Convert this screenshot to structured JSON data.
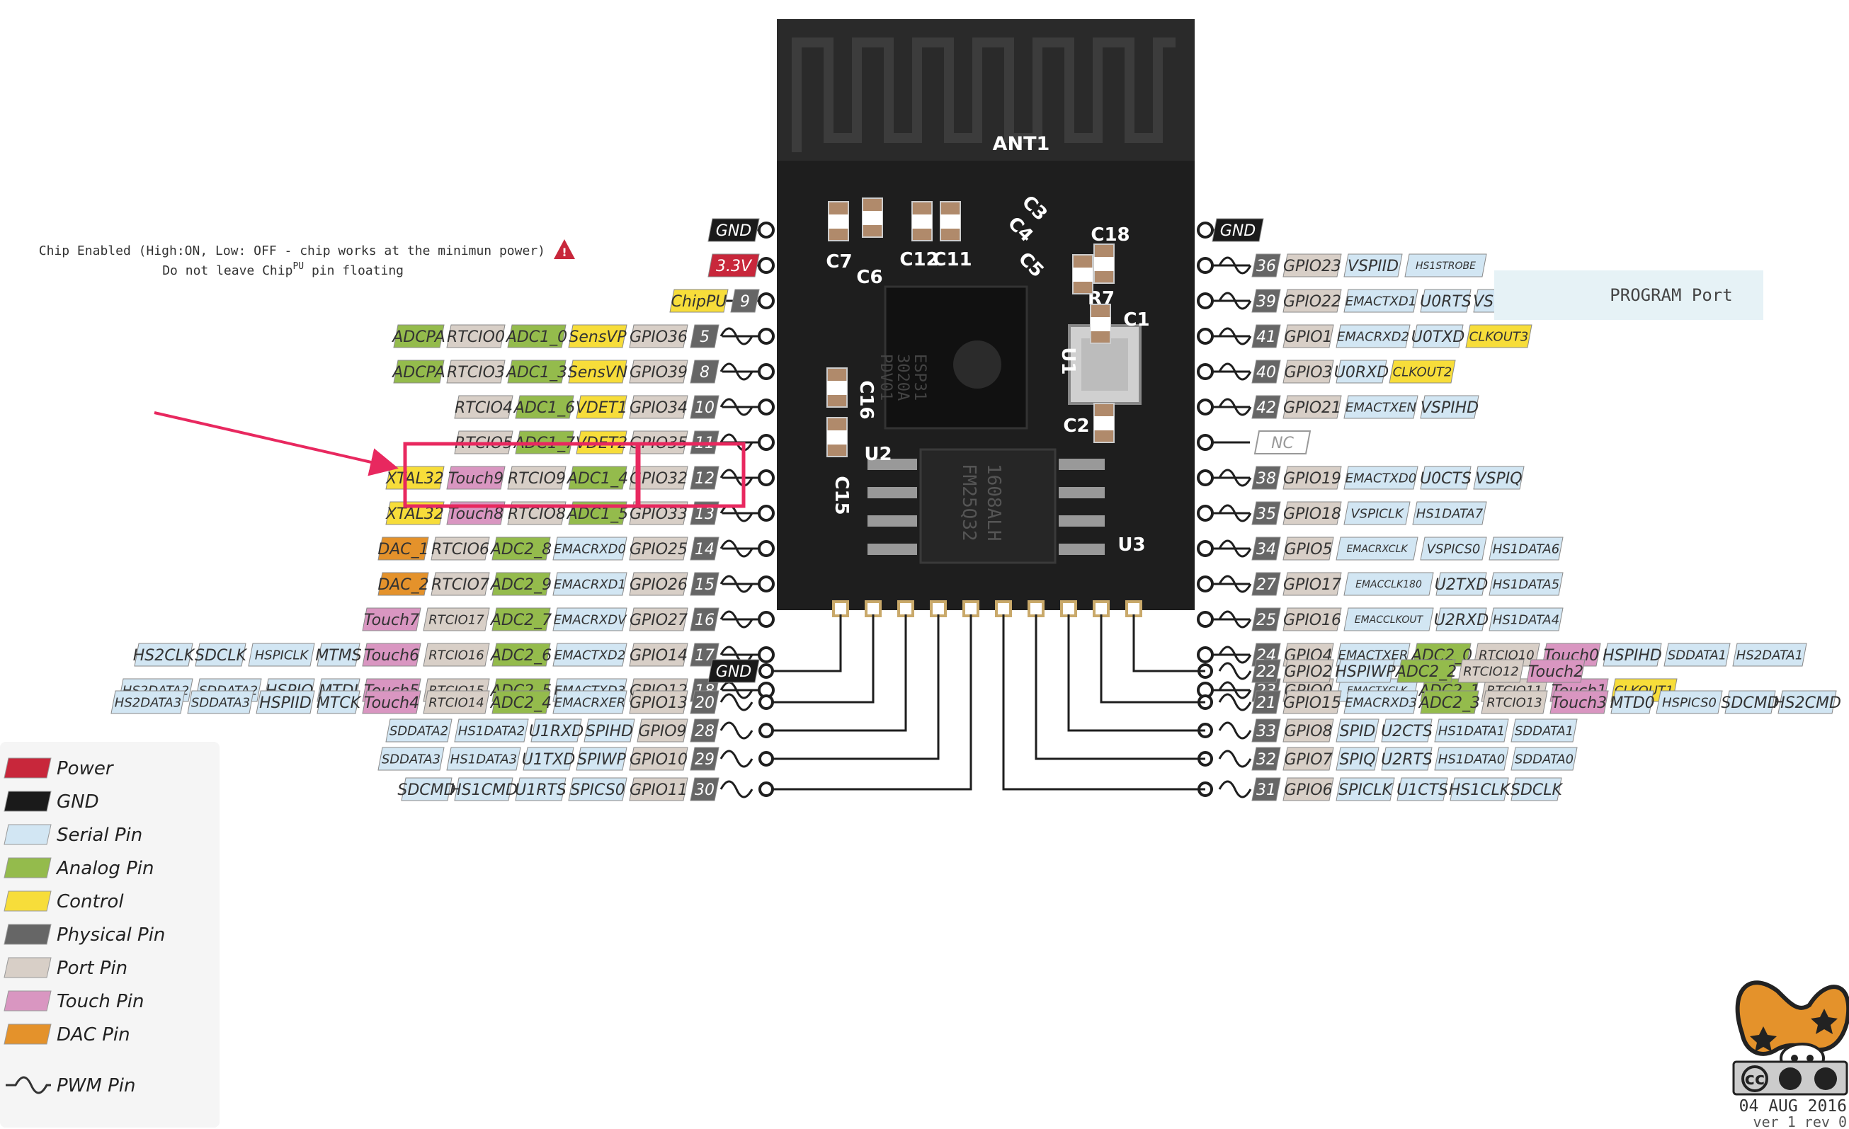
{
  "colors": {
    "power": "#c8273b",
    "gnd": "#1a1a1a",
    "serial": "#d2e6f3",
    "analog": "#94bb4c",
    "control": "#f7dd3a",
    "physical": "#666666",
    "port": "#d8cfc7",
    "touch": "#d996c1",
    "dac": "#e4922b",
    "board": "#1e1e1e",
    "highlight": "#e8285f"
  },
  "module": {
    "antenna": "ANT1",
    "components": [
      "C7",
      "C6",
      "C12",
      "C11",
      "C18",
      "R7",
      "C2",
      "C16",
      "C15",
      "U2",
      "U3",
      "C1",
      "C5",
      "C4",
      "C3",
      "U1"
    ],
    "chip_text": [
      "ESP31",
      "3020A",
      "PDV01"
    ],
    "flash_text": [
      "FM25Q32",
      "1608ALH"
    ]
  },
  "notes": {
    "line1": "Chip Enabled (High:ON, Low: OFF - chip works at the minimun power)",
    "line2_pre": "Do not leave Chip",
    "line2_sup": "PU",
    "line2_post": " pin floating"
  },
  "left_pins": [
    {
      "num": "GND",
      "type": "gnd",
      "labels": []
    },
    {
      "num": "3.3V",
      "type": "power",
      "labels": []
    },
    {
      "num": "9",
      "type": "physical",
      "labels": [
        {
          "t": "ChipPU",
          "c": "control"
        }
      ]
    },
    {
      "num": "5",
      "type": "physical",
      "pwm": true,
      "labels": [
        {
          "t": "ADCPA",
          "c": "analog"
        },
        {
          "t": "RTCIO0",
          "c": "port"
        },
        {
          "t": "ADC1_0",
          "c": "analog"
        },
        {
          "t": "SensVP",
          "c": "control"
        },
        {
          "t": "GPIO36",
          "c": "port"
        }
      ]
    },
    {
      "num": "8",
      "type": "physical",
      "pwm": true,
      "labels": [
        {
          "t": "ADCPA",
          "c": "analog"
        },
        {
          "t": "RTCIO3",
          "c": "port"
        },
        {
          "t": "ADC1_3",
          "c": "analog"
        },
        {
          "t": "SensVN",
          "c": "control"
        },
        {
          "t": "GPIO39",
          "c": "port"
        }
      ]
    },
    {
      "num": "10",
      "type": "physical",
      "pwm": true,
      "labels": [
        {
          "t": "RTCIO4",
          "c": "port"
        },
        {
          "t": "ADC1_6",
          "c": "analog"
        },
        {
          "t": "VDET1",
          "c": "control"
        },
        {
          "t": "GPIO34",
          "c": "port"
        }
      ]
    },
    {
      "num": "11",
      "type": "physical",
      "pwm": true,
      "labels": [
        {
          "t": "RTCIO5",
          "c": "port"
        },
        {
          "t": "ADC1_7",
          "c": "analog"
        },
        {
          "t": "VDET2",
          "c": "control"
        },
        {
          "t": "GPIO35",
          "c": "port"
        }
      ]
    },
    {
      "num": "12",
      "type": "physical",
      "pwm": true,
      "labels": [
        {
          "t": "XTAL32",
          "c": "control"
        },
        {
          "t": "Touch9",
          "c": "touch"
        },
        {
          "t": "RTCIO9",
          "c": "port"
        },
        {
          "t": "ADC1_4",
          "c": "analog"
        },
        {
          "t": "GPIO32",
          "c": "port"
        }
      ]
    },
    {
      "num": "13",
      "type": "physical",
      "pwm": true,
      "labels": [
        {
          "t": "XTAL32",
          "c": "control"
        },
        {
          "t": "Touch8",
          "c": "touch"
        },
        {
          "t": "RTCIO8",
          "c": "port"
        },
        {
          "t": "ADC1_5",
          "c": "analog"
        },
        {
          "t": "GPIO33",
          "c": "port"
        }
      ]
    },
    {
      "num": "14",
      "type": "physical",
      "pwm": true,
      "labels": [
        {
          "t": "DAC_1",
          "c": "dac"
        },
        {
          "t": "RTCIO6",
          "c": "port"
        },
        {
          "t": "ADC2_8",
          "c": "analog"
        },
        {
          "t": "EMACRXD0",
          "c": "serial"
        },
        {
          "t": "GPIO25",
          "c": "port"
        }
      ]
    },
    {
      "num": "15",
      "type": "physical",
      "pwm": true,
      "labels": [
        {
          "t": "DAC_2",
          "c": "dac"
        },
        {
          "t": "RTCIO7",
          "c": "port"
        },
        {
          "t": "ADC2_9",
          "c": "analog"
        },
        {
          "t": "EMACRXD1",
          "c": "serial"
        },
        {
          "t": "GPIO26",
          "c": "port"
        }
      ]
    },
    {
      "num": "16",
      "type": "physical",
      "pwm": true,
      "labels": [
        {
          "t": "Touch7",
          "c": "touch"
        },
        {
          "t": "RTCIO17",
          "c": "port"
        },
        {
          "t": "ADC2_7",
          "c": "analog"
        },
        {
          "t": "EMACRXDV",
          "c": "serial"
        },
        {
          "t": "GPIO27",
          "c": "port"
        }
      ]
    },
    {
      "num": "17",
      "type": "physical",
      "pwm": true,
      "labels": [
        {
          "t": "HS2CLK",
          "c": "serial"
        },
        {
          "t": "SDCLK",
          "c": "serial"
        },
        {
          "t": "HSPICLK",
          "c": "serial"
        },
        {
          "t": "MTMS",
          "c": "serial"
        },
        {
          "t": "Touch6",
          "c": "touch"
        },
        {
          "t": "RTCIO16",
          "c": "port"
        },
        {
          "t": "ADC2_6",
          "c": "analog"
        },
        {
          "t": "EMACTXD2",
          "c": "serial"
        },
        {
          "t": "GPIO14",
          "c": "port"
        }
      ]
    },
    {
      "num": "18",
      "type": "physical",
      "pwm": true,
      "labels": [
        {
          "t": "HS2DATA2",
          "c": "serial"
        },
        {
          "t": "SDDATA2",
          "c": "serial"
        },
        {
          "t": "HSPIQ",
          "c": "serial"
        },
        {
          "t": "MTDI",
          "c": "serial"
        },
        {
          "t": "Touch5",
          "c": "touch"
        },
        {
          "t": "RTCIO15",
          "c": "port"
        },
        {
          "t": "ADC2_5",
          "c": "analog"
        },
        {
          "t": "EMACTXD3",
          "c": "serial"
        },
        {
          "t": "GPIO12",
          "c": "port"
        }
      ]
    }
  ],
  "right_pins": [
    {
      "num": "GND",
      "type": "gnd",
      "labels": []
    },
    {
      "num": "36",
      "type": "physical",
      "pwm": true,
      "labels": [
        {
          "t": "GPIO23",
          "c": "port"
        },
        {
          "t": "VSPIID",
          "c": "serial"
        },
        {
          "t": "HS1STROBE",
          "c": "serial"
        }
      ]
    },
    {
      "num": "39",
      "type": "physical",
      "pwm": true,
      "labels": [
        {
          "t": "GPIO22",
          "c": "port"
        },
        {
          "t": "EMACTXD1",
          "c": "serial"
        },
        {
          "t": "U0RTS",
          "c": "serial"
        },
        {
          "t": "VSPIWP",
          "c": "serial"
        }
      ]
    },
    {
      "num": "41",
      "type": "physical",
      "pwm": true,
      "labels": [
        {
          "t": "GPIO1",
          "c": "port"
        },
        {
          "t": "EMACRXD2",
          "c": "serial"
        },
        {
          "t": "U0TXD",
          "c": "serial"
        },
        {
          "t": "CLKOUT3",
          "c": "control"
        }
      ]
    },
    {
      "num": "40",
      "type": "physical",
      "pwm": true,
      "labels": [
        {
          "t": "GPIO3",
          "c": "port"
        },
        {
          "t": "U0RXD",
          "c": "serial"
        },
        {
          "t": "CLKOUT2",
          "c": "control"
        }
      ]
    },
    {
      "num": "42",
      "type": "physical",
      "pwm": true,
      "labels": [
        {
          "t": "GPIO21",
          "c": "port"
        },
        {
          "t": "EMACTXEN",
          "c": "serial"
        },
        {
          "t": "VSPIHD",
          "c": "serial"
        }
      ]
    },
    {
      "num": "NC",
      "type": "nc",
      "labels": []
    },
    {
      "num": "38",
      "type": "physical",
      "pwm": true,
      "labels": [
        {
          "t": "GPIO19",
          "c": "port"
        },
        {
          "t": "EMACTXD0",
          "c": "serial"
        },
        {
          "t": "U0CTS",
          "c": "serial"
        },
        {
          "t": "VSPIQ",
          "c": "serial"
        }
      ]
    },
    {
      "num": "35",
      "type": "physical",
      "pwm": true,
      "labels": [
        {
          "t": "GPIO18",
          "c": "port"
        },
        {
          "t": "VSPICLK",
          "c": "serial"
        },
        {
          "t": "HS1DATA7",
          "c": "serial"
        }
      ]
    },
    {
      "num": "34",
      "type": "physical",
      "pwm": true,
      "labels": [
        {
          "t": "GPIO5",
          "c": "port"
        },
        {
          "t": "EMACRXCLK",
          "c": "serial"
        },
        {
          "t": "VSPICS0",
          "c": "serial"
        },
        {
          "t": "HS1DATA6",
          "c": "serial"
        }
      ]
    },
    {
      "num": "27",
      "type": "physical",
      "pwm": true,
      "labels": [
        {
          "t": "GPIO17",
          "c": "port"
        },
        {
          "t": "EMACCLK180",
          "c": "serial"
        },
        {
          "t": "U2TXD",
          "c": "serial"
        },
        {
          "t": "HS1DATA5",
          "c": "serial"
        }
      ]
    },
    {
      "num": "25",
      "type": "physical",
      "pwm": true,
      "labels": [
        {
          "t": "GPIO16",
          "c": "port"
        },
        {
          "t": "EMACCLKOUT",
          "c": "serial"
        },
        {
          "t": "U2RXD",
          "c": "serial"
        },
        {
          "t": "HS1DATA4",
          "c": "serial"
        }
      ]
    },
    {
      "num": "24",
      "type": "physical",
      "pwm": true,
      "labels": [
        {
          "t": "GPIO4",
          "c": "port"
        },
        {
          "t": "EMACTXER",
          "c": "serial"
        },
        {
          "t": "ADC2_0",
          "c": "analog"
        },
        {
          "t": "RTCIO10",
          "c": "port"
        },
        {
          "t": "Touch0",
          "c": "touch"
        },
        {
          "t": "HSPIHD",
          "c": "serial"
        },
        {
          "t": "SDDATA1",
          "c": "serial"
        },
        {
          "t": "HS2DATA1",
          "c": "serial"
        }
      ]
    },
    {
      "num": "23",
      "type": "physical",
      "pwm": true,
      "labels": [
        {
          "t": "GPIO0",
          "c": "port"
        },
        {
          "t": "EMACTXCLK",
          "c": "serial"
        },
        {
          "t": "ADC2_1",
          "c": "analog"
        },
        {
          "t": "RTCIO11",
          "c": "port"
        },
        {
          "t": "Touch1",
          "c": "touch"
        },
        {
          "t": "CLKOUT1",
          "c": "control"
        }
      ]
    }
  ],
  "program_port": "PROGRAM Port",
  "bottom_left": [
    {
      "num": "GND",
      "type": "gnd",
      "labels": []
    },
    {
      "num": "20",
      "type": "physical",
      "pwm": true,
      "labels": [
        {
          "t": "HS2DATA3",
          "c": "serial"
        },
        {
          "t": "SDDATA3",
          "c": "serial"
        },
        {
          "t": "HSPIID",
          "c": "serial"
        },
        {
          "t": "MTCK",
          "c": "serial"
        },
        {
          "t": "Touch4",
          "c": "touch"
        },
        {
          "t": "RTCIO14",
          "c": "port"
        },
        {
          "t": "ADC2_4",
          "c": "analog"
        },
        {
          "t": "EMACRXER",
          "c": "serial"
        },
        {
          "t": "GPIO13",
          "c": "port"
        }
      ]
    },
    {
      "num": "28",
      "type": "physical",
      "pwm": true,
      "labels": [
        {
          "t": "SDDATA2",
          "c": "serial"
        },
        {
          "t": "HS1DATA2",
          "c": "serial"
        },
        {
          "t": "U1RXD",
          "c": "serial"
        },
        {
          "t": "SPIHD",
          "c": "serial"
        },
        {
          "t": "GPIO9",
          "c": "port"
        }
      ]
    },
    {
      "num": "29",
      "type": "physical",
      "pwm": true,
      "labels": [
        {
          "t": "SDDATA3",
          "c": "serial"
        },
        {
          "t": "HS1DATA3",
          "c": "serial"
        },
        {
          "t": "U1TXD",
          "c": "serial"
        },
        {
          "t": "SPIWP",
          "c": "serial"
        },
        {
          "t": "GPIO10",
          "c": "port"
        }
      ]
    },
    {
      "num": "30",
      "type": "physical",
      "pwm": true,
      "labels": [
        {
          "t": "SDCMD",
          "c": "serial"
        },
        {
          "t": "HS1CMD",
          "c": "serial"
        },
        {
          "t": "U1RTS",
          "c": "serial"
        },
        {
          "t": "SPICS0",
          "c": "serial"
        },
        {
          "t": "GPIO11",
          "c": "port"
        }
      ]
    }
  ],
  "bottom_right": [
    {
      "num": "22",
      "type": "physical",
      "pwm": true,
      "labels": [
        {
          "t": "GPIO2",
          "c": "port"
        },
        {
          "t": "HSPIWP",
          "c": "serial"
        },
        {
          "t": "ADC2_2",
          "c": "analog"
        },
        {
          "t": "RTCIO12",
          "c": "port"
        },
        {
          "t": "Touch2",
          "c": "touch"
        }
      ]
    },
    {
      "num": "21",
      "type": "physical",
      "pwm": true,
      "labels": [
        {
          "t": "GPIO15",
          "c": "port"
        },
        {
          "t": "EMACRXD3",
          "c": "serial"
        },
        {
          "t": "ADC2_3",
          "c": "analog"
        },
        {
          "t": "RTCIO13",
          "c": "port"
        },
        {
          "t": "Touch3",
          "c": "touch"
        },
        {
          "t": "MTD0",
          "c": "serial"
        },
        {
          "t": "HSPICS0",
          "c": "serial"
        },
        {
          "t": "SDCMD",
          "c": "serial"
        },
        {
          "t": "HS2CMD",
          "c": "serial"
        }
      ]
    },
    {
      "num": "33",
      "type": "physical",
      "pwm": true,
      "labels": [
        {
          "t": "GPIO8",
          "c": "port"
        },
        {
          "t": "SPID",
          "c": "serial"
        },
        {
          "t": "U2CTS",
          "c": "serial"
        },
        {
          "t": "HS1DATA1",
          "c": "serial"
        },
        {
          "t": "SDDATA1",
          "c": "serial"
        }
      ]
    },
    {
      "num": "32",
      "type": "physical",
      "pwm": true,
      "labels": [
        {
          "t": "GPIO7",
          "c": "port"
        },
        {
          "t": "SPIQ",
          "c": "serial"
        },
        {
          "t": "U2RTS",
          "c": "serial"
        },
        {
          "t": "HS1DATA0",
          "c": "serial"
        },
        {
          "t": "SDDATA0",
          "c": "serial"
        }
      ]
    },
    {
      "num": "31",
      "type": "physical",
      "pwm": true,
      "labels": [
        {
          "t": "GPIO6",
          "c": "port"
        },
        {
          "t": "SPICLK",
          "c": "serial"
        },
        {
          "t": "U1CTS",
          "c": "serial"
        },
        {
          "t": "HS1CLK",
          "c": "serial"
        },
        {
          "t": "SDCLK",
          "c": "serial"
        }
      ]
    }
  ],
  "legend": [
    {
      "label": "Power",
      "c": "power"
    },
    {
      "label": "GND",
      "c": "gnd"
    },
    {
      "label": "Serial Pin",
      "c": "serial"
    },
    {
      "label": "Analog Pin",
      "c": "analog"
    },
    {
      "label": "Control",
      "c": "control"
    },
    {
      "label": "Physical Pin",
      "c": "physical"
    },
    {
      "label": "Port Pin",
      "c": "port"
    },
    {
      "label": "Touch Pin",
      "c": "touch"
    },
    {
      "label": "DAC Pin",
      "c": "dac"
    },
    {
      "label": "PWM Pin",
      "c": "pwm"
    }
  ],
  "credits": {
    "badge": "cc",
    "date": "04 AUG 2016",
    "version": "ver 1 rev 0"
  }
}
